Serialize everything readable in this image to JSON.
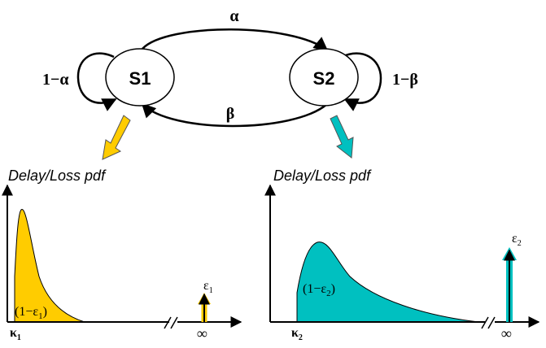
{
  "states": {
    "s1": "S1",
    "s2": "S2"
  },
  "transitions": {
    "s1_to_s2": "α",
    "s2_to_s1": "β",
    "s1_self": "1−α",
    "s2_self": "1−β"
  },
  "panels": {
    "left": {
      "title": "Delay/Loss pdf",
      "area_label_prefix": "(1−ε",
      "area_label_sub": "1",
      "area_label_suffix": ")",
      "impulse_label": "ε",
      "impulse_sub": "1",
      "origin_label": "κ",
      "origin_sub": "1",
      "infinity_label": "∞"
    },
    "right": {
      "title": "Delay/Loss pdf",
      "area_label_prefix": "(1−ε",
      "area_label_sub": "2",
      "area_label_suffix": ")",
      "impulse_label": "ε",
      "impulse_sub": "2",
      "origin_label": "κ",
      "origin_sub": "2",
      "infinity_label": "∞"
    }
  },
  "colors": {
    "left_fill": "#ffcc00",
    "right_fill": "#00c0c0",
    "line": "#000000"
  }
}
